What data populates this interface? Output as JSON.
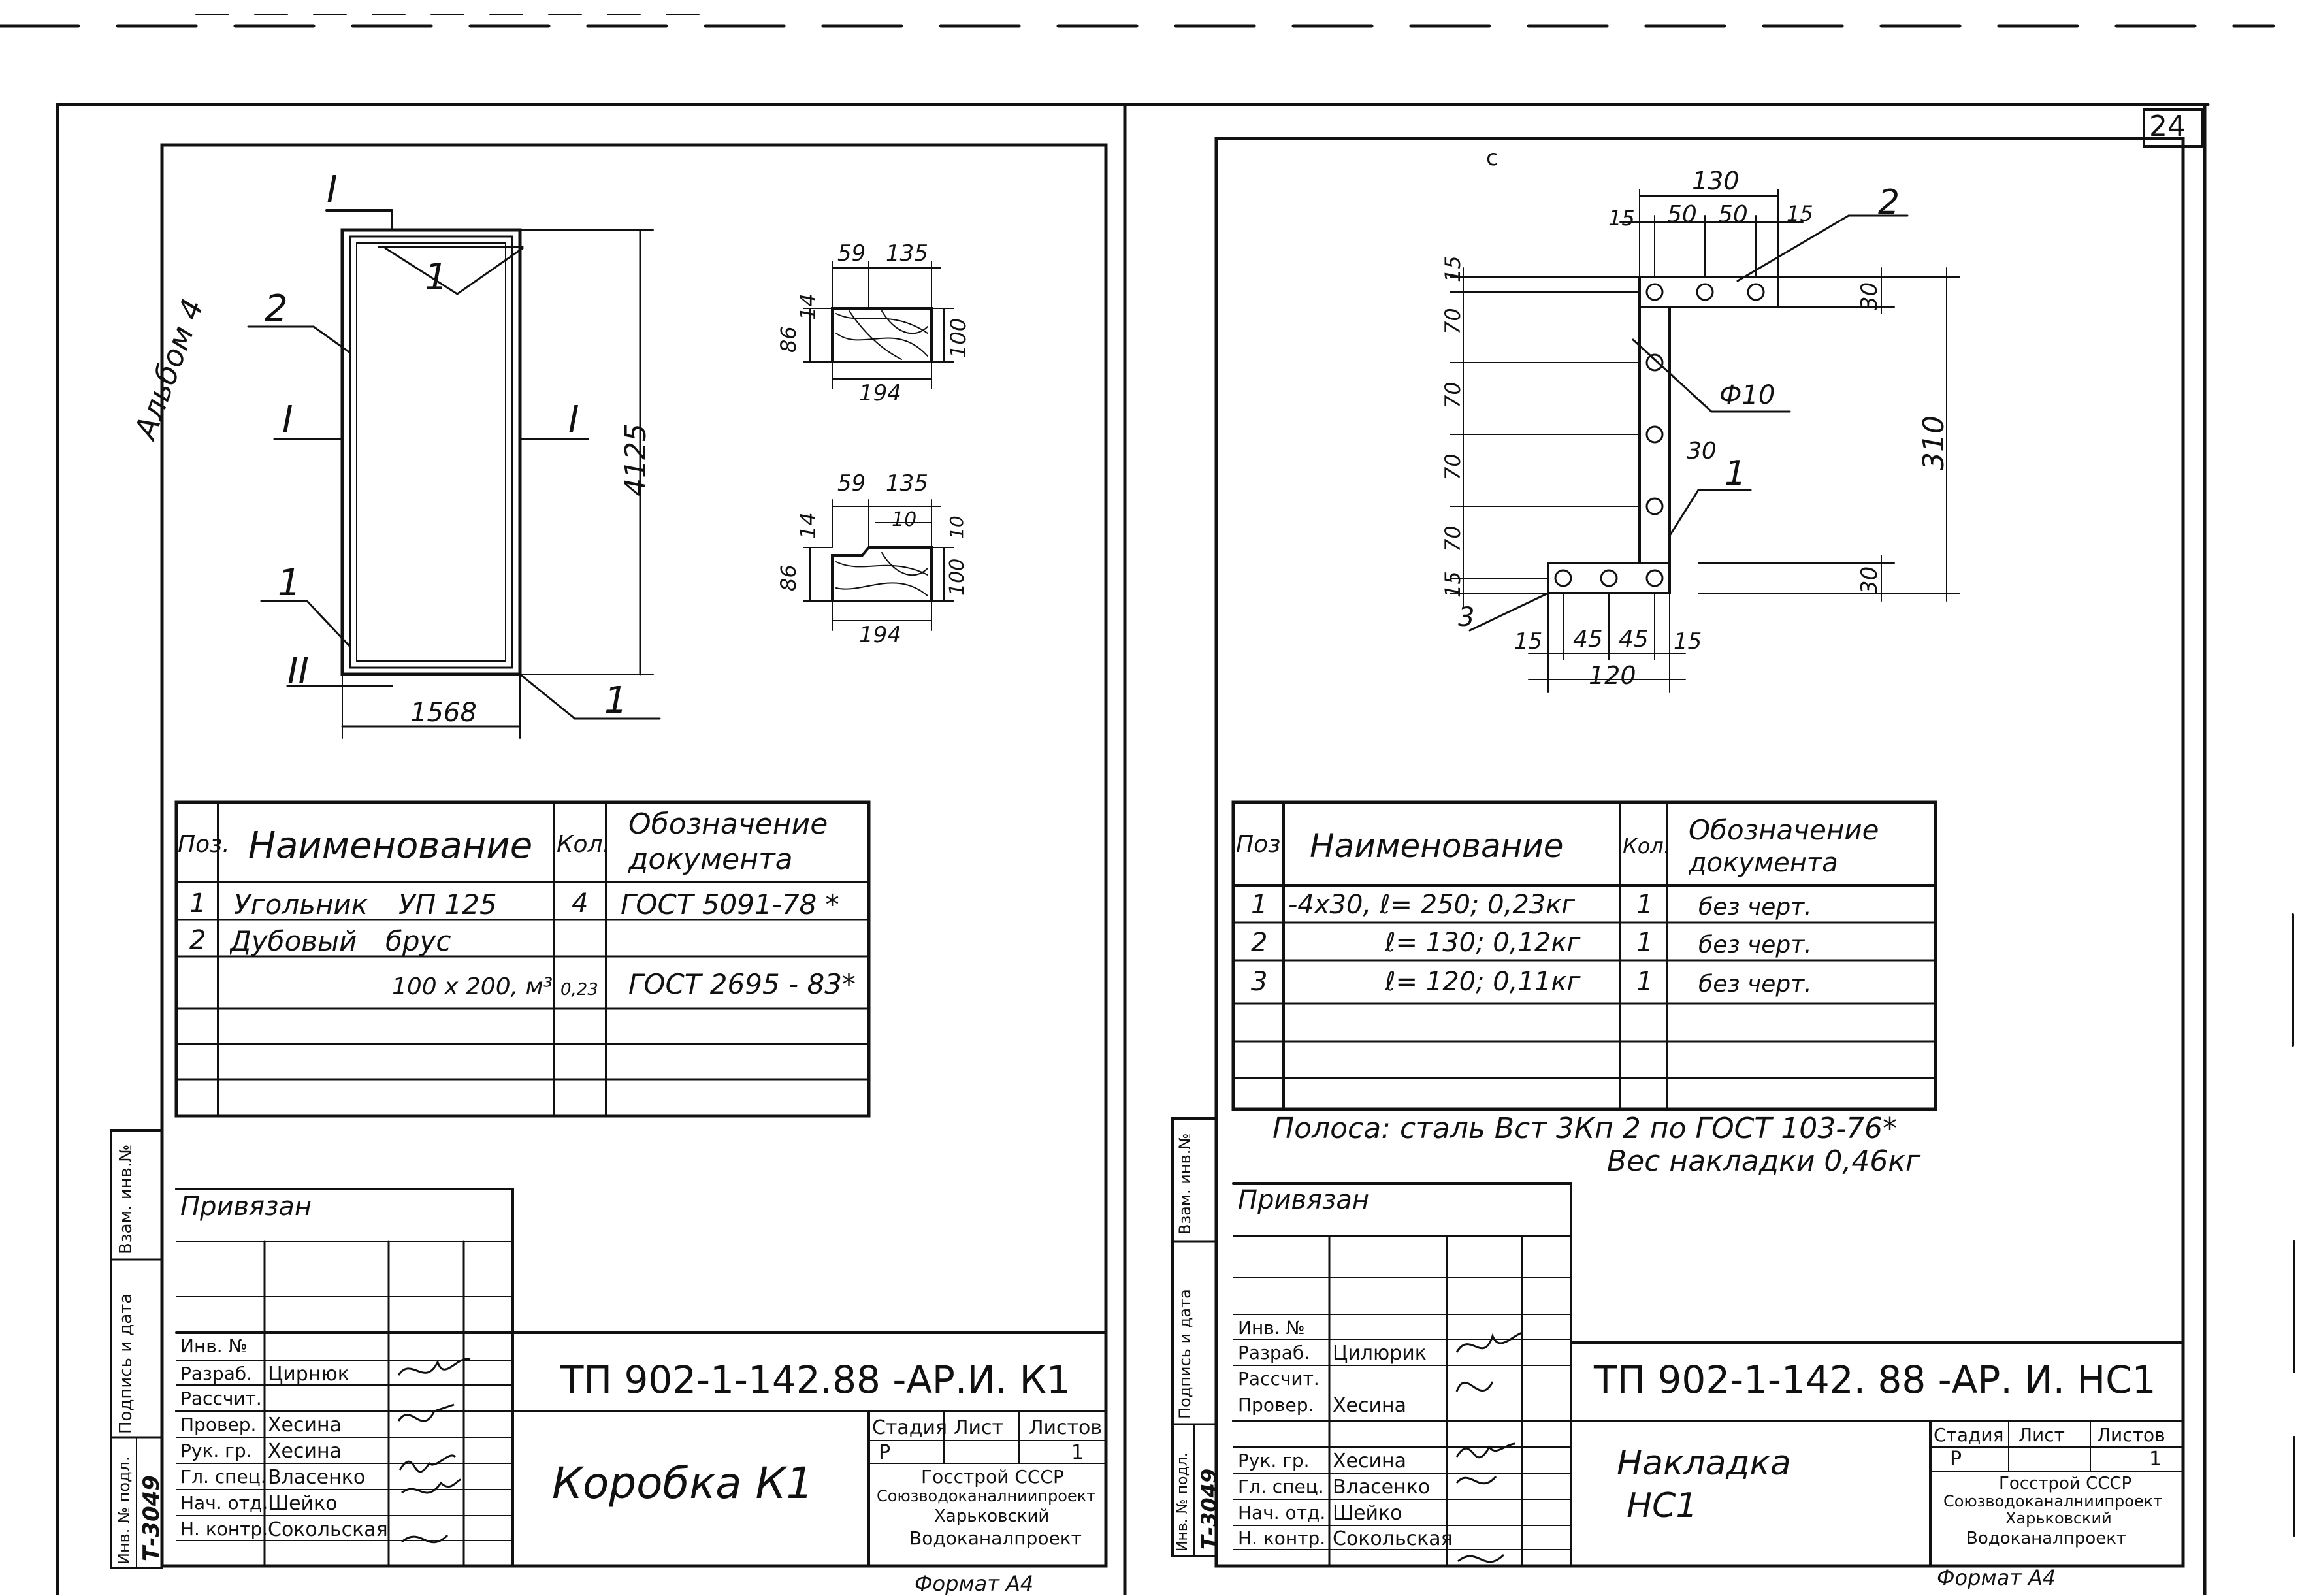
{
  "page_number": "24",
  "album_label": "Альбом 4",
  "left_sheet": {
    "section_labels": {
      "top": "I",
      "left": "I",
      "right": "I",
      "bottom": "II"
    },
    "callouts": {
      "top": "1",
      "side": "2",
      "bottom_left": "1",
      "bottom_right": "1"
    },
    "dimensions": {
      "height": "4125",
      "width": "1568"
    },
    "section1": {
      "d1": "59",
      "d2": "135",
      "d3": "86",
      "d4": "14",
      "d5": "100",
      "d6": "194"
    },
    "section2": {
      "d1": "59",
      "d2": "135",
      "d3": "86",
      "d4": "14",
      "d5": "10",
      "d6": "10",
      "d7": "100",
      "d8": "194"
    },
    "spec": {
      "headers": {
        "pos": "Поз.",
        "name": "Наименование",
        "qty": "Кол.",
        "doc_line1": "Обозначение",
        "doc_line2": "документа"
      },
      "rows": [
        {
          "pos": "1",
          "name": "Угольник",
          "name2": "УП 125",
          "qty": "4",
          "doc": "ГОСТ 5091-78 *"
        },
        {
          "pos": "2",
          "name": "Дубовый",
          "name2": "брус",
          "qty": "",
          "doc": ""
        },
        {
          "pos": "",
          "name": "",
          "name2": "100 х 200, м³",
          "qty": "0,23",
          "doc": "ГОСТ 2695 - 83*"
        }
      ]
    },
    "privyazan": "Привязан",
    "side_stamp": [
      "Взам. инв.№",
      "Подпись и дата",
      "Инв. № подл.",
      "Т-3049"
    ],
    "title_block": {
      "code": "ТП 902-1-142.88 -АР.И. К1",
      "roles": [
        "Инв. №",
        "Разраб.",
        "Рассчит.",
        "Провер.",
        "Рук. гр.",
        "Гл. спец.",
        "Нач. отд.",
        "Н. контр."
      ],
      "names": [
        "",
        "Цирнюк",
        "",
        "Хесина",
        "Хесина",
        "Власенко",
        "Шейко",
        "Сокольская"
      ],
      "item_name": "Коробка    К1",
      "stage_label": "Стадия",
      "sheet_label": "Лист",
      "sheets_label": "Листов",
      "stage": "Р",
      "sheets": "1",
      "org": [
        "Госстрой СССР",
        "Союзводоканалниипроект",
        "Харьковский",
        "Водоканалпроект"
      ]
    },
    "format": "Формат А4"
  },
  "right_sheet": {
    "top_mark": "с",
    "callouts": {
      "p2": "2",
      "p1": "1",
      "p3": "3",
      "hole": "Ф10",
      "thirty": "30"
    },
    "dims_top": {
      "total": "130",
      "a": "15",
      "b": "50",
      "c": "50",
      "d": "15"
    },
    "dims_left": [
      "15",
      "70",
      "70",
      "70",
      "70",
      "15"
    ],
    "dims_right": {
      "top": "30",
      "total": "310",
      "bottom": "30"
    },
    "dims_bottom": {
      "total": "120",
      "a": "15",
      "b": "45",
      "c": "45",
      "d": "15"
    },
    "spec": {
      "headers": {
        "pos": "Поз.",
        "name": "Наименование",
        "qty": "Кол.",
        "doc_line1": "Обозначение",
        "doc_line2": "документа"
      },
      "rows": [
        {
          "pos": "1",
          "name": "-4х30, ℓ= 250;  0,23кг",
          "qty": "1",
          "doc": "без   черт."
        },
        {
          "pos": "2",
          "name": "ℓ= 130;   0,12кг",
          "qty": "1",
          "doc": "без   черт."
        },
        {
          "pos": "3",
          "name": "ℓ= 120;   0,11кг",
          "qty": "1",
          "doc": "без   черт."
        }
      ]
    },
    "note1": "Полоса:  сталь   Вст 3Кп 2   по  ГОСТ 103-76*",
    "note2": "Вес  накладки 0,46кг",
    "privyazan": "Привязан",
    "side_stamp": [
      "Взам. инв.№",
      "Подпись и дата",
      "Инв. № подл.",
      "Т-3049"
    ],
    "title_block": {
      "code": "ТП 902-1-142. 88  -АР. И. НС1",
      "roles": [
        "Инв. №",
        "Разраб.",
        "Рассчит.",
        "Провер.",
        "Рук. гр.",
        "Гл. спец.",
        "Нач. отд.",
        "Н. контр."
      ],
      "names": [
        "",
        "Цилюрик",
        "",
        "Хесина",
        "Хесина",
        "Власенко",
        "Шейко",
        "Сокольская"
      ],
      "item_name_1": "Накладка",
      "item_name_2": "НС1",
      "stage_label": "Стадия",
      "sheet_label": "Лист",
      "sheets_label": "Листов",
      "stage": "Р",
      "sheets": "1",
      "org": [
        "Госстрой СССР",
        "Союзводоканалниипроект",
        "Харьковский",
        "Водоканалпроект"
      ]
    },
    "format": "Формат А4"
  }
}
